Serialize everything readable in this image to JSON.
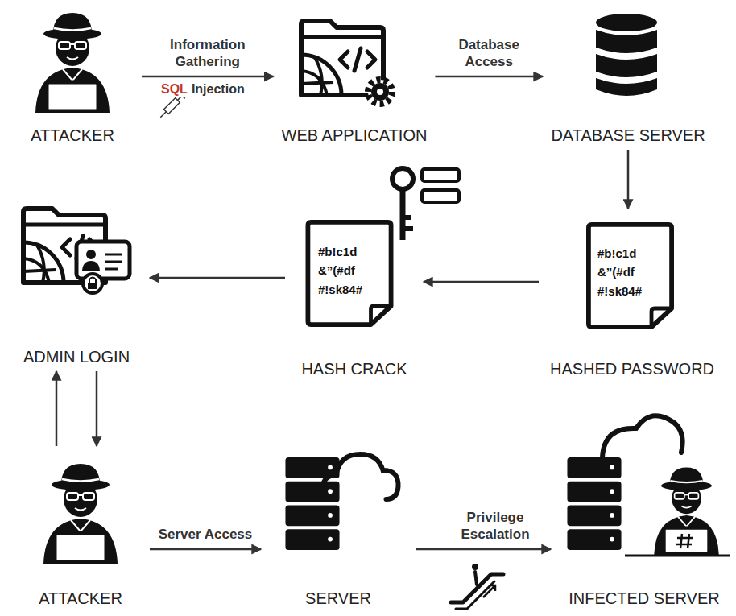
{
  "diagram": {
    "nodes": [
      {
        "text": [
          "ATTACKER"
        ]
      },
      {
        "text": [
          "WEB APPLICATION"
        ]
      },
      {
        "text": [
          "DATABASE SERVER"
        ]
      },
      {
        "text": [
          "#b!c1d &”(#df #!sk84#",
          "HASHED PASSWORD"
        ]
      },
      {
        "text": [
          "#b!c1d &”(#df #!sk84#",
          "HASH CRACK"
        ]
      },
      {
        "text": [
          "ADMIN LOGIN"
        ]
      },
      {
        "text": [
          "ATTACKER"
        ]
      },
      {
        "text": [
          "SERVER"
        ]
      },
      {
        "text": [
          "INFECTED SERVER"
        ]
      }
    ],
    "edges": [
      {
        "from": 0,
        "to": 1,
        "arrow": "to",
        "label": "Information Gathering"
      },
      {
        "from": 1,
        "to": 2,
        "arrow": "to",
        "label": "Database Access"
      },
      {
        "from": 2,
        "to": 3,
        "arrow": "to"
      },
      {
        "from": 3,
        "to": 4,
        "arrow": "to"
      },
      {
        "from": 4,
        "to": 5,
        "arrow": "to"
      },
      {
        "from": 6,
        "to": 5,
        "arrow": "to"
      },
      {
        "from": 5,
        "to": 6,
        "arrow": "to"
      },
      {
        "from": 6,
        "to": 7,
        "arrow": "to",
        "label": "Server Access"
      },
      {
        "from": 7,
        "to": 8,
        "arrow": "to",
        "label": "Privilege Escalation"
      }
    ],
    "labels": [
      "SQL",
      "Injection"
    ]
  }
}
